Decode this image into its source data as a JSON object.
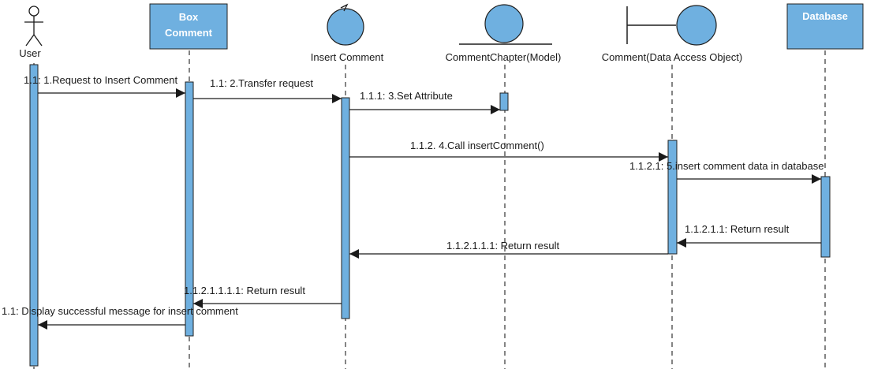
{
  "lifelines": [
    {
      "id": "user",
      "type": "actor",
      "label": "User"
    },
    {
      "id": "box",
      "type": "box",
      "label_lines": [
        "Box",
        "Comment"
      ]
    },
    {
      "id": "insert",
      "type": "control",
      "label": "Insert Comment"
    },
    {
      "id": "model",
      "type": "entity",
      "label": "CommentChapter(Model)"
    },
    {
      "id": "dao",
      "type": "boundary",
      "label": "Comment(Data Access Object)"
    },
    {
      "id": "db",
      "type": "box",
      "label_lines": [
        "Database"
      ]
    }
  ],
  "messages": [
    {
      "id": "m1",
      "from": "user",
      "to": "box",
      "label": "1.1: 1.Request to Insert Comment"
    },
    {
      "id": "m2",
      "from": "box",
      "to": "insert",
      "label": "1.1: 2.Transfer request"
    },
    {
      "id": "m3",
      "from": "insert",
      "to": "model",
      "label": "1.1.1: 3.Set Attribute"
    },
    {
      "id": "m4",
      "from": "insert",
      "to": "dao",
      "label": "1.1.2. 4.Call insertComment()"
    },
    {
      "id": "m5",
      "from": "dao",
      "to": "db",
      "label": "1.1.2.1: 5.insert comment data in database"
    },
    {
      "id": "m6",
      "from": "db",
      "to": "dao",
      "label": "1.1.2.1.1: Return result"
    },
    {
      "id": "m7",
      "from": "dao",
      "to": "insert",
      "label": "1.1.2.1.1.1: Return result"
    },
    {
      "id": "m8",
      "from": "insert",
      "to": "box",
      "label": "1.1.2.1.1.1.1: Return result"
    },
    {
      "id": "m9",
      "from": "box",
      "to": "user",
      "label": "1.1: Display successful message for insert comment"
    }
  ],
  "colors": {
    "lifeline_fill": "#6fb0e0",
    "outline": "#1f1f1f",
    "text": "#1a1a1a"
  }
}
